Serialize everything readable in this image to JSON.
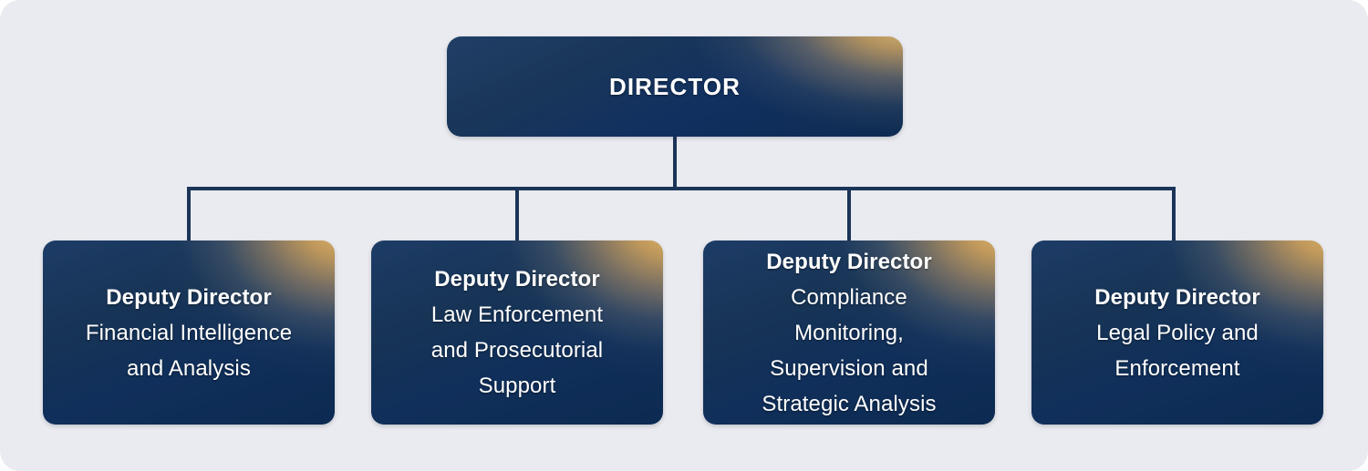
{
  "chart": {
    "type": "org-chart",
    "background_color": "#eaebf0",
    "node_navy": "#0e2a52",
    "node_accent_gold": "#e0ae62",
    "connector_color": "#1b3458",
    "text_color": "#ffffff",
    "root": {
      "title": "DIRECTOR",
      "subtitle_lines": []
    },
    "children": [
      {
        "title": "Deputy Director",
        "subtitle_lines": [
          "Financial Intelligence",
          "and Analysis"
        ]
      },
      {
        "title": "Deputy Director",
        "subtitle_lines": [
          "Law Enforcement",
          "and Prosecutorial",
          "Support"
        ]
      },
      {
        "title": "Deputy Director",
        "subtitle_lines": [
          "Compliance",
          "Monitoring,",
          "Supervision and",
          "Strategic Analysis"
        ]
      },
      {
        "title": "Deputy Director",
        "subtitle_lines": [
          "Legal Policy and",
          "Enforcement"
        ]
      }
    ]
  }
}
